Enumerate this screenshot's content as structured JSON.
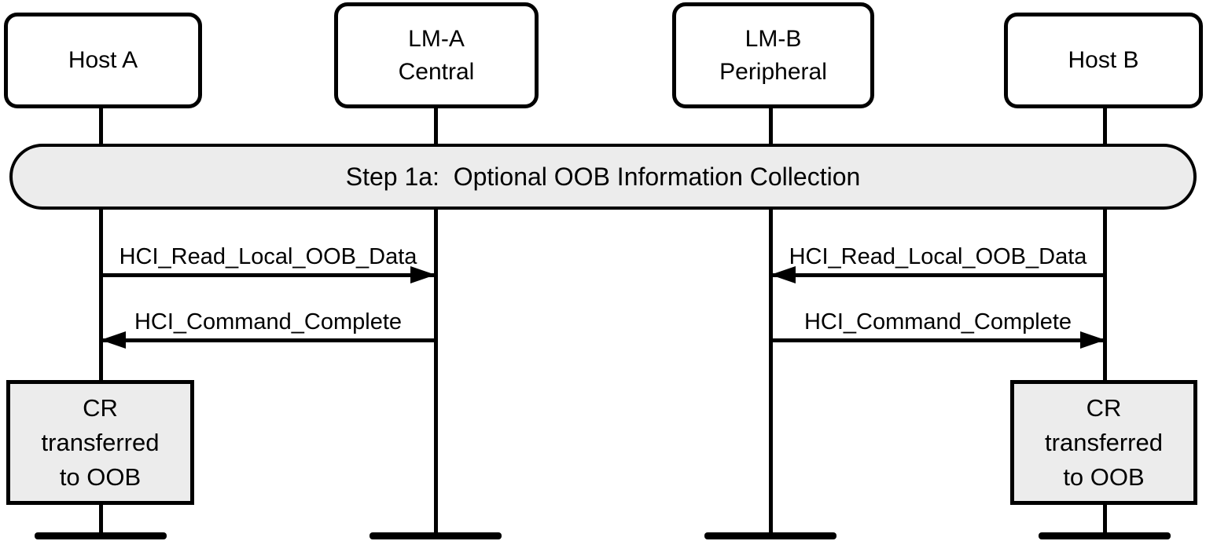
{
  "banner": {
    "label": "Step 1a:  Optional OOB Information Collection"
  },
  "actors": [
    {
      "id": "host-a",
      "lines": [
        "Host A"
      ]
    },
    {
      "id": "lm-a",
      "lines": [
        "LM-A",
        "Central"
      ]
    },
    {
      "id": "lm-b",
      "lines": [
        "LM-B",
        "Peripheral"
      ]
    },
    {
      "id": "host-b",
      "lines": [
        "Host B"
      ]
    }
  ],
  "messages": [
    {
      "label": "HCI_Read_Local_OOB_Data",
      "side": "left",
      "direction": "right",
      "from": "Host A",
      "to": "LM-A Central"
    },
    {
      "label": "HCI_Read_Local_OOB_Data",
      "side": "right",
      "direction": "left",
      "from": "Host B",
      "to": "LM-B Peripheral"
    },
    {
      "label": "HCI_Command_Complete",
      "side": "left",
      "direction": "left",
      "from": "LM-A Central",
      "to": "Host A"
    },
    {
      "label": "HCI_Command_Complete",
      "side": "right",
      "direction": "right",
      "from": "LM-B Peripheral",
      "to": "Host B"
    }
  ],
  "notes": [
    {
      "side": "left",
      "text": "CR\ntransferred\nto OOB"
    },
    {
      "side": "right",
      "text": "CR\ntransferred\nto OOB"
    }
  ],
  "colors": {
    "background": "#ffffff",
    "box_fill": "#ffffff",
    "shade_fill": "#ececec",
    "line": "#000000"
  }
}
